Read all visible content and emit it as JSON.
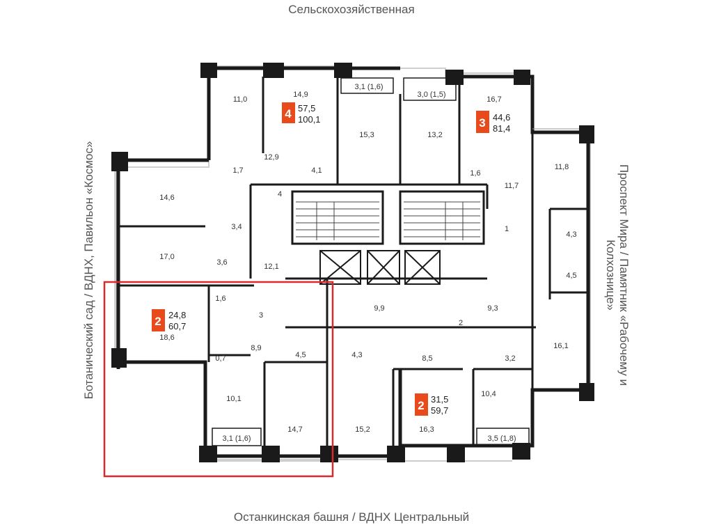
{
  "streets": {
    "top": "Сельскохозяйственная",
    "bottom": "Останкинская башня / ВДНХ Центральный",
    "left": "Ботанический сад / ВДНХ, Павильон «Космос»",
    "right_line1": "Проспект Мира / Памятник «Рабочему и",
    "right_line2": "Колхознице»"
  },
  "colors": {
    "accent": "#e84a1c",
    "highlight": "#d92b2b",
    "wall": "#1a1a1a",
    "stair": "#444444"
  },
  "apartments": [
    {
      "rooms": "4",
      "living": "57,5",
      "total": "100,1"
    },
    {
      "rooms": "3",
      "living": "44,6",
      "total": "81,4"
    },
    {
      "rooms": "2",
      "living": "24,8",
      "total": "60,7"
    },
    {
      "rooms": "2",
      "living": "31,5",
      "total": "59,7"
    }
  ],
  "areas": [
    "11,0",
    "14,9",
    "3,1 (1,6)",
    "3,0 (1,5)",
    "16,7",
    "15,3",
    "13,2",
    "12,9",
    "1,7",
    "4,1",
    "1,6",
    "11,7",
    "11,8",
    "14,6",
    "4",
    "3,4",
    "1",
    "4,3",
    "17,0",
    "3,6",
    "12,1",
    "4,5",
    "1,6",
    "9,9",
    "9,3",
    "3",
    "2",
    "18,6",
    "8,9",
    "4,5",
    "4,3",
    "8,5",
    "3,2",
    "16,1",
    "0,7",
    "10,1",
    "10,4",
    "14,7",
    "15,2",
    "16,3",
    "3,1 (1,6)",
    "3,5 (1,8)"
  ]
}
